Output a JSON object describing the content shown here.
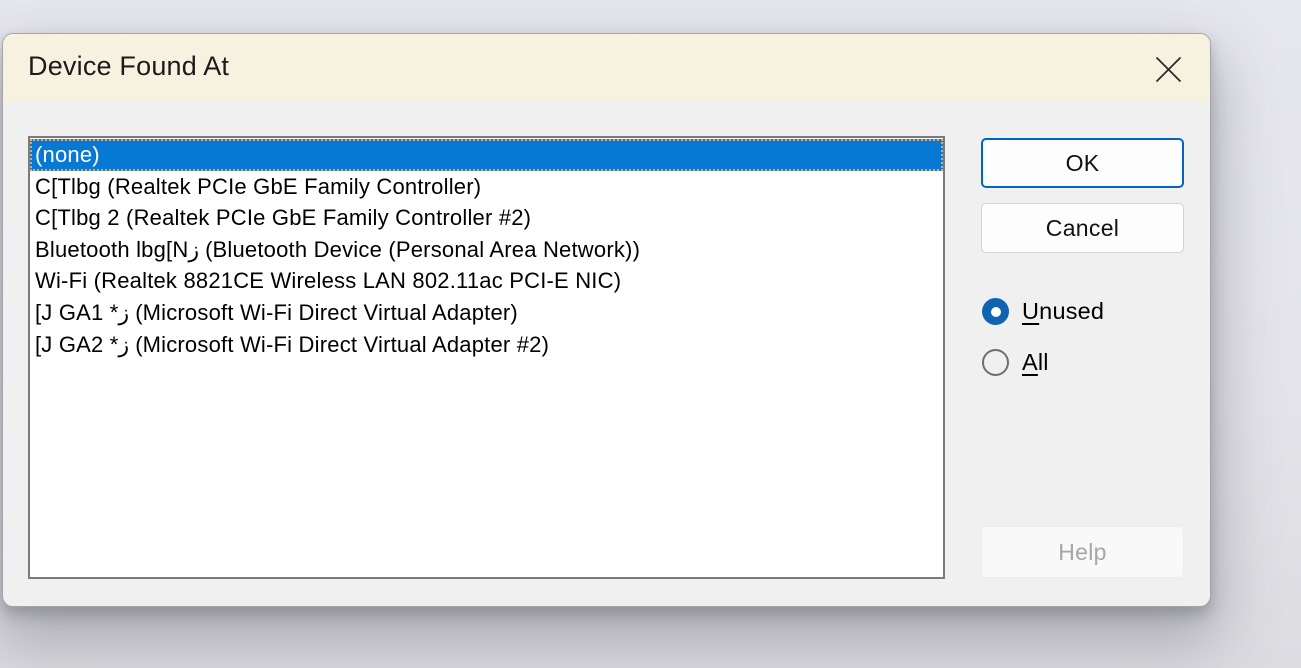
{
  "window": {
    "title": "Device Found At",
    "close_icon": "close-x"
  },
  "colors": {
    "titlebar_cream": "#f7f2df",
    "dialog_body_gray": "#f0f0f0",
    "selection_blue": "#0778d4",
    "focus_dots_orange": "#eda15e",
    "accent_button_blue": "#0067c0",
    "radio_checked_blue": "#0f63b1",
    "disabled_text_gray": "#a7a7a7"
  },
  "listbox": {
    "selected_index": 0,
    "items": [
      "(none)",
      "C[Tlbg (Realtek PCIe GbE Family Controller)",
      "C[Tlbg 2 (Realtek PCIe GbE Family Controller #2)",
      "Bluetooth lbg[Nز (Bluetooth Device (Personal Area Network))",
      "Wi-Fi (Realtek 8821CE Wireless LAN 802.11ac PCI-E NIC)",
      "[J GA1 *ز (Microsoft Wi-Fi Direct Virtual Adapter)",
      "[J GA2 *ز (Microsoft Wi-Fi Direct Virtual Adapter #2)"
    ]
  },
  "buttons": {
    "ok": "OK",
    "cancel": "Cancel",
    "help": "Help"
  },
  "radios": {
    "unused": {
      "accel": "U",
      "rest": "nused",
      "selected": true
    },
    "all": {
      "accel": "A",
      "rest": "ll",
      "selected": false
    }
  }
}
